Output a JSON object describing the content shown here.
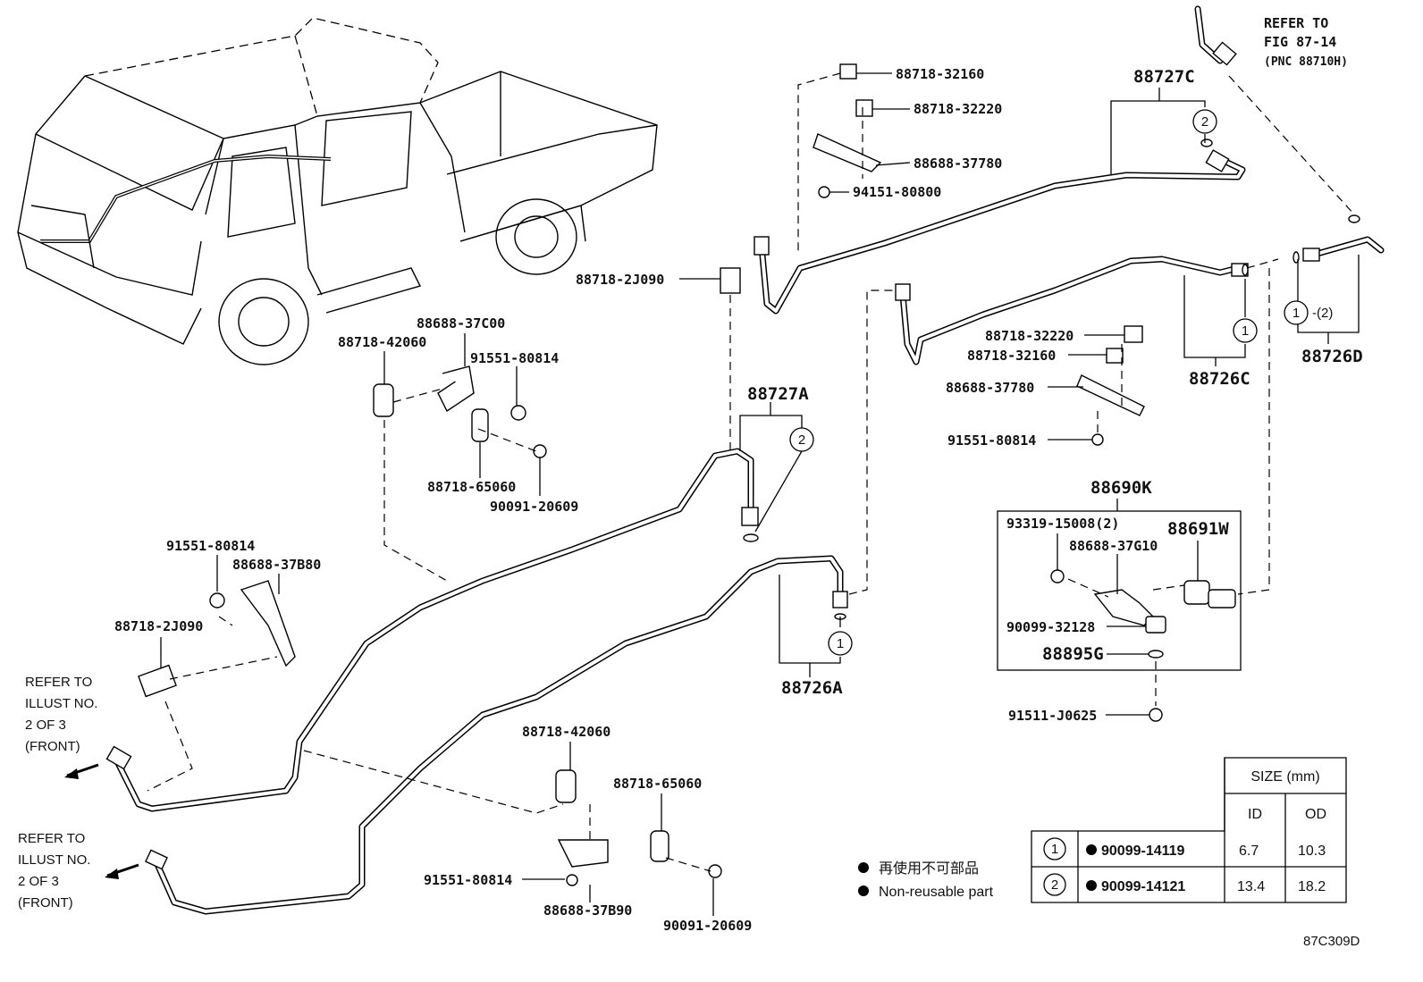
{
  "labels": {
    "p1": "88718-32160",
    "p2": "88718-32220",
    "p3": "88688-37780",
    "p4": "94151-80800",
    "p5": "88718-2J090",
    "p6": "88688-37C00",
    "p7": "88718-42060",
    "p8": "91551-80814",
    "p9": "88718-65060",
    "p10": "90091-20609",
    "p11": "88727A",
    "p12": "91551-80814",
    "p13": "88688-37B80",
    "p14": "88718-2J090",
    "p15": "88726A",
    "p16": "88718-42060",
    "p17": "88718-65060",
    "p18": "91551-80814",
    "p19": "88688-37B90",
    "p20": "90091-20609",
    "p21": "88727C",
    "p22": "88718-32220",
    "p23": "88718-32160",
    "p24": "88688-37780",
    "p25": "91551-80814",
    "p26": "88726C",
    "p27": "88726D",
    "p28": "88690K",
    "p29": "93319-15008(2)",
    "p30": "88688-37G10",
    "p31": "88691W",
    "p32": "90099-32128",
    "p33": "88895G",
    "p34": "91511-J0625"
  },
  "refer_top": [
    "REFER TO",
    "FIG 87-14",
    "(PNC 88710H)"
  ],
  "refer_left_1": [
    "REFER TO",
    "ILLUST NO.",
    "2 OF 3",
    "(FRONT)"
  ],
  "refer_left_2": [
    "REFER TO",
    "ILLUST NO.",
    "2 OF 3",
    "(FRONT)"
  ],
  "circle_1": "1",
  "circle_2": "2",
  "range_note": "-(2)",
  "legend": {
    "jp": "再使用不可部品",
    "en": "Non-reusable part"
  },
  "size_table": {
    "header": "SIZE (mm)",
    "col_id": "ID",
    "col_od": "OD",
    "rows": [
      {
        "key": "1",
        "part": "90099-14119",
        "id": "6.7",
        "od": "10.3"
      },
      {
        "key": "2",
        "part": "90099-14121",
        "id": "13.4",
        "od": "18.2"
      }
    ]
  },
  "figure_code": "87C309D"
}
